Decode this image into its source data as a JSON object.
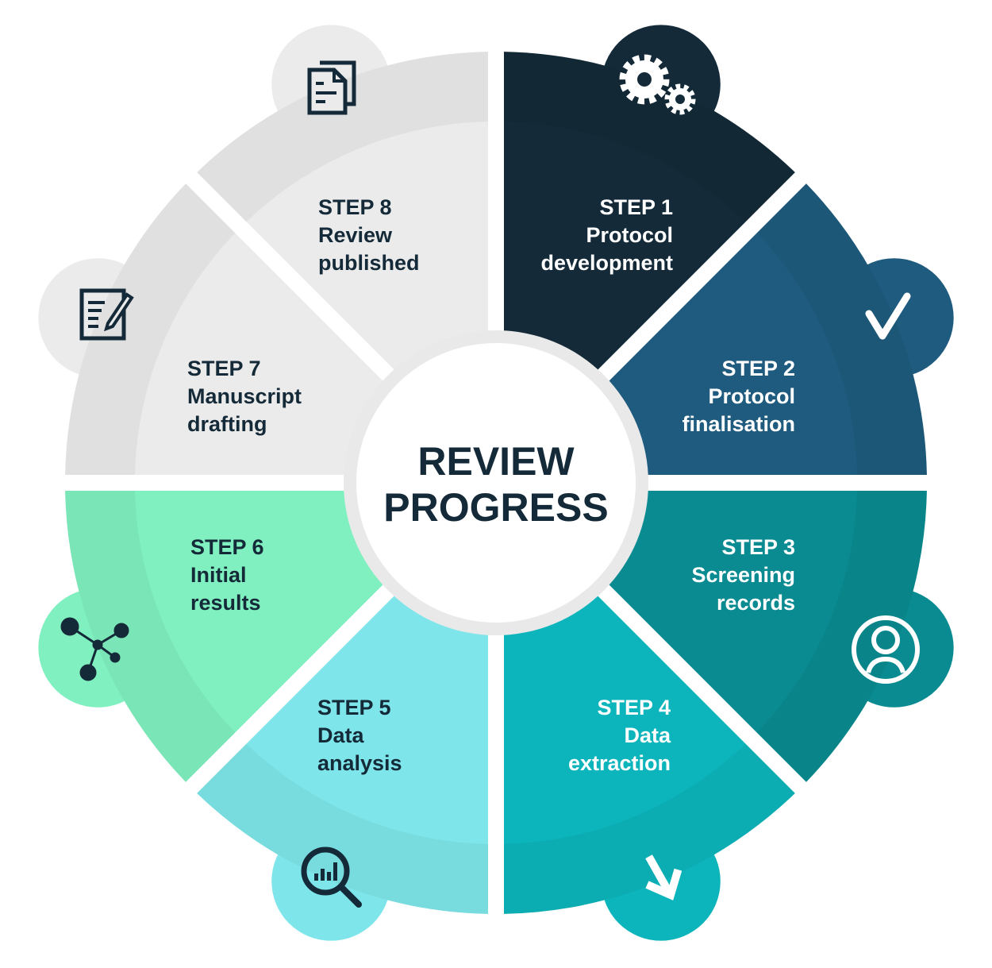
{
  "title": {
    "line1": "REVIEW",
    "line2": "PROGRESS"
  },
  "colors": {
    "step1": "#142a38",
    "step2": "#1f5b7e",
    "step3": "#0a8b91",
    "step4": "#0cb4bb",
    "step5": "#7ee6ea",
    "step6": "#80f0c0",
    "step7": "#ebebeb",
    "step8": "#ebebeb",
    "dark_text": "#152a38",
    "light_text": "#ffffff"
  },
  "steps": [
    {
      "label": "STEP 1",
      "line1": "Protocol",
      "line2": "development",
      "icon": "gears-icon"
    },
    {
      "label": "STEP 2",
      "line1": "Protocol",
      "line2": "finalisation",
      "icon": "checkmark-icon"
    },
    {
      "label": "STEP 3",
      "line1": "Screening",
      "line2": "records",
      "icon": "user-circle-icon"
    },
    {
      "label": "STEP 4",
      "line1": "Data",
      "line2": "extraction",
      "icon": "arrow-down-right-icon"
    },
    {
      "label": "STEP 5",
      "line1": "Data",
      "line2": "analysis",
      "icon": "magnifier-chart-icon"
    },
    {
      "label": "STEP 6",
      "line1": "Initial",
      "line2": "results",
      "icon": "network-icon"
    },
    {
      "label": "STEP 7",
      "line1": "Manuscript",
      "line2": "drafting",
      "icon": "edit-document-icon"
    },
    {
      "label": "STEP 8",
      "line1": "Review",
      "line2": "published",
      "icon": "documents-icon"
    }
  ]
}
